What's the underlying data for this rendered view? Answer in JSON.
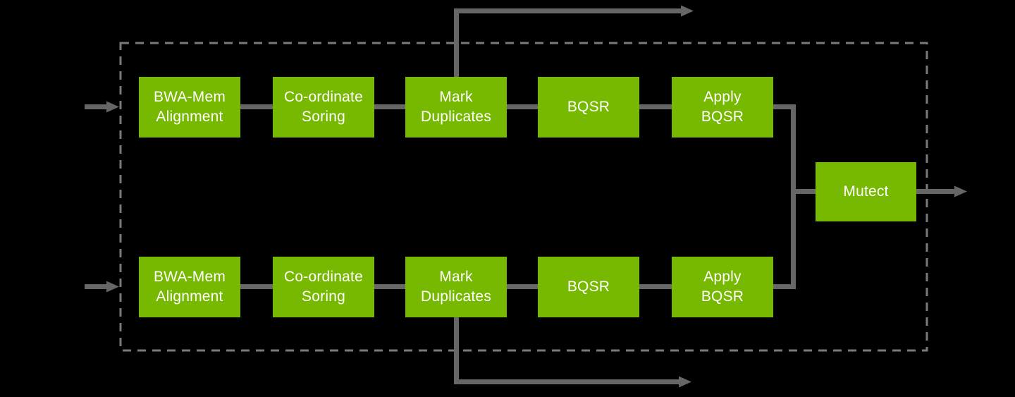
{
  "meta": {
    "type": "flow-diagram",
    "description": "Somatic variant calling pipeline with two parallel sample lanes merging into Mutect"
  },
  "colors": {
    "background": "#000000",
    "node_fill": "#76b900",
    "node_text": "#ffffff",
    "connector": "#666666",
    "boundary_dash": "#7a7a7a"
  },
  "pipeline": {
    "top_row": [
      "BWA-Mem\nAlignment",
      "Co-ordinate\nSoring",
      "Mark\nDuplicates",
      "BQSR",
      "Apply\nBQSR"
    ],
    "bottom_row": [
      "BWA-Mem\nAlignment",
      "Co-ordinate\nSoring",
      "Mark\nDuplicates",
      "BQSR",
      "Apply\nBQSR"
    ],
    "merge_node": "Mutect",
    "edges": [
      {
        "from": "input-top",
        "to": "bwa-mem-alignment-top"
      },
      {
        "from": "bwa-mem-alignment-top",
        "to": "co-ordinate-soring-top"
      },
      {
        "from": "co-ordinate-soring-top",
        "to": "mark-duplicates-top"
      },
      {
        "from": "mark-duplicates-top",
        "to": "bqsr-top"
      },
      {
        "from": "bqsr-top",
        "to": "apply-bqsr-top"
      },
      {
        "from": "mark-duplicates-top",
        "to": "output-top"
      },
      {
        "from": "input-bottom",
        "to": "bwa-mem-alignment-bottom"
      },
      {
        "from": "bwa-mem-alignment-bottom",
        "to": "co-ordinate-soring-bottom"
      },
      {
        "from": "co-ordinate-soring-bottom",
        "to": "mark-duplicates-bottom"
      },
      {
        "from": "mark-duplicates-bottom",
        "to": "bqsr-bottom"
      },
      {
        "from": "bqsr-bottom",
        "to": "apply-bqsr-bottom"
      },
      {
        "from": "mark-duplicates-bottom",
        "to": "output-bottom"
      },
      {
        "from": "apply-bqsr-top",
        "to": "mutect"
      },
      {
        "from": "apply-bqsr-bottom",
        "to": "mutect"
      },
      {
        "from": "mutect",
        "to": "output-right"
      }
    ]
  }
}
